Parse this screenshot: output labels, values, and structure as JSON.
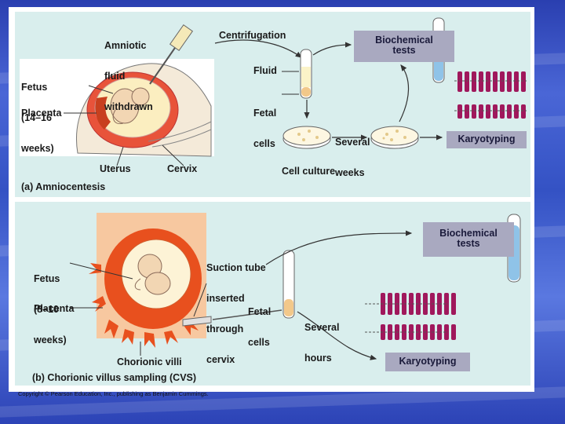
{
  "panel_a": {
    "labels": {
      "amniotic": [
        "Amniotic",
        "fluid",
        "withdrawn"
      ],
      "fetus": [
        "Fetus",
        "(14–16",
        "weeks)"
      ],
      "placenta": "Placenta",
      "uterus": "Uterus",
      "cervix": "Cervix",
      "centrifugation": "Centrifugation",
      "fluid": "Fluid",
      "fetal_cells": [
        "Fetal",
        "cells"
      ],
      "several_weeks": [
        "Several",
        "weeks"
      ],
      "cell_culture": "Cell culture",
      "caption": "(a) Amniocentesis"
    },
    "boxes": {
      "biochemical": [
        "Biochemical",
        "tests"
      ],
      "karyotyping": "Karyotyping"
    }
  },
  "panel_b": {
    "labels": {
      "fetus": [
        "Fetus",
        "(8–10",
        "weeks)"
      ],
      "placenta": "Placenta",
      "suction": [
        "Suction tube",
        "inserted",
        "through",
        "cervix"
      ],
      "fetal_cells": [
        "Fetal",
        "cells"
      ],
      "several_hours": [
        "Several",
        "hours"
      ],
      "chorionic_villi": "Chorionic villi",
      "caption": "(b) Chorionic villus sampling (CVS)"
    },
    "boxes": {
      "biochemical": [
        "Biochemical",
        "tests"
      ],
      "karyotyping": "Karyotyping"
    }
  },
  "copyright": "Copyright © Pearson Education, Inc., publishing as Benjamin Cummings.",
  "colors": {
    "panel_bg": "#d9eeed",
    "box_bg": "#a9a9c0",
    "chromosome": "#a0185c",
    "tissue": "#f0d9a8",
    "villi": "#e8501e",
    "tube_liquid": "#8fc3e8"
  }
}
